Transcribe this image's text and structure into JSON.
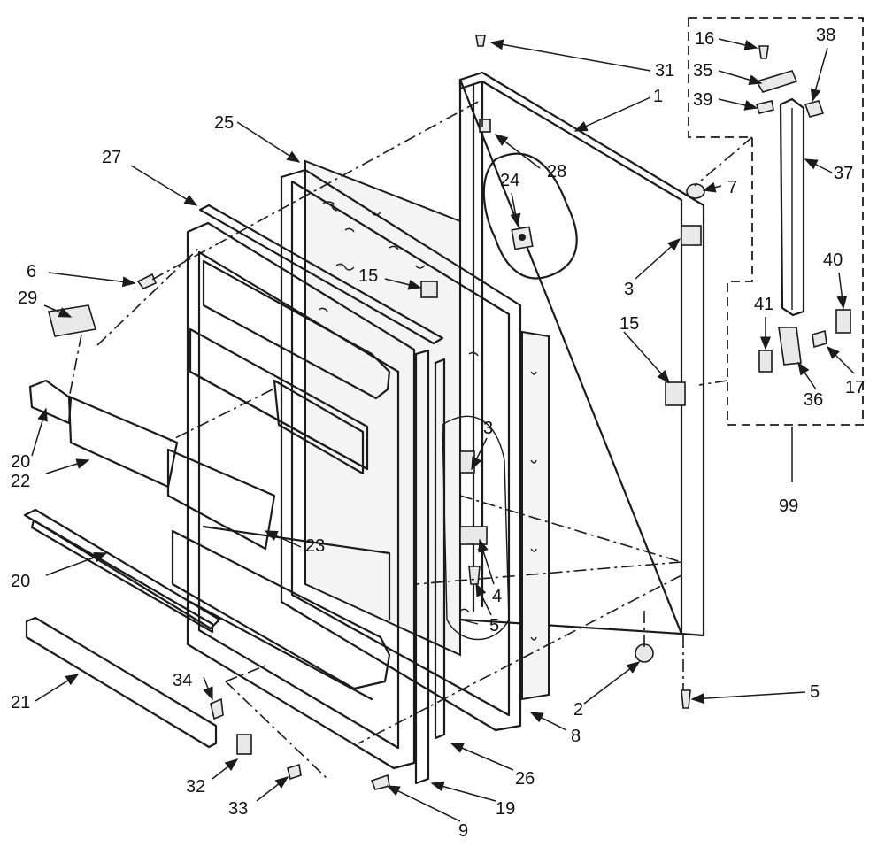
{
  "callouts": [
    "1",
    "2",
    "3",
    "3",
    "4",
    "5",
    "5",
    "6",
    "7",
    "8",
    "9",
    "15",
    "15",
    "16",
    "17",
    "19",
    "20",
    "20",
    "21",
    "22",
    "23",
    "24",
    "25",
    "26",
    "27",
    "28",
    "29",
    "31",
    "32",
    "33",
    "34",
    "35",
    "36",
    "37",
    "38",
    "39",
    "40",
    "41",
    "99"
  ]
}
